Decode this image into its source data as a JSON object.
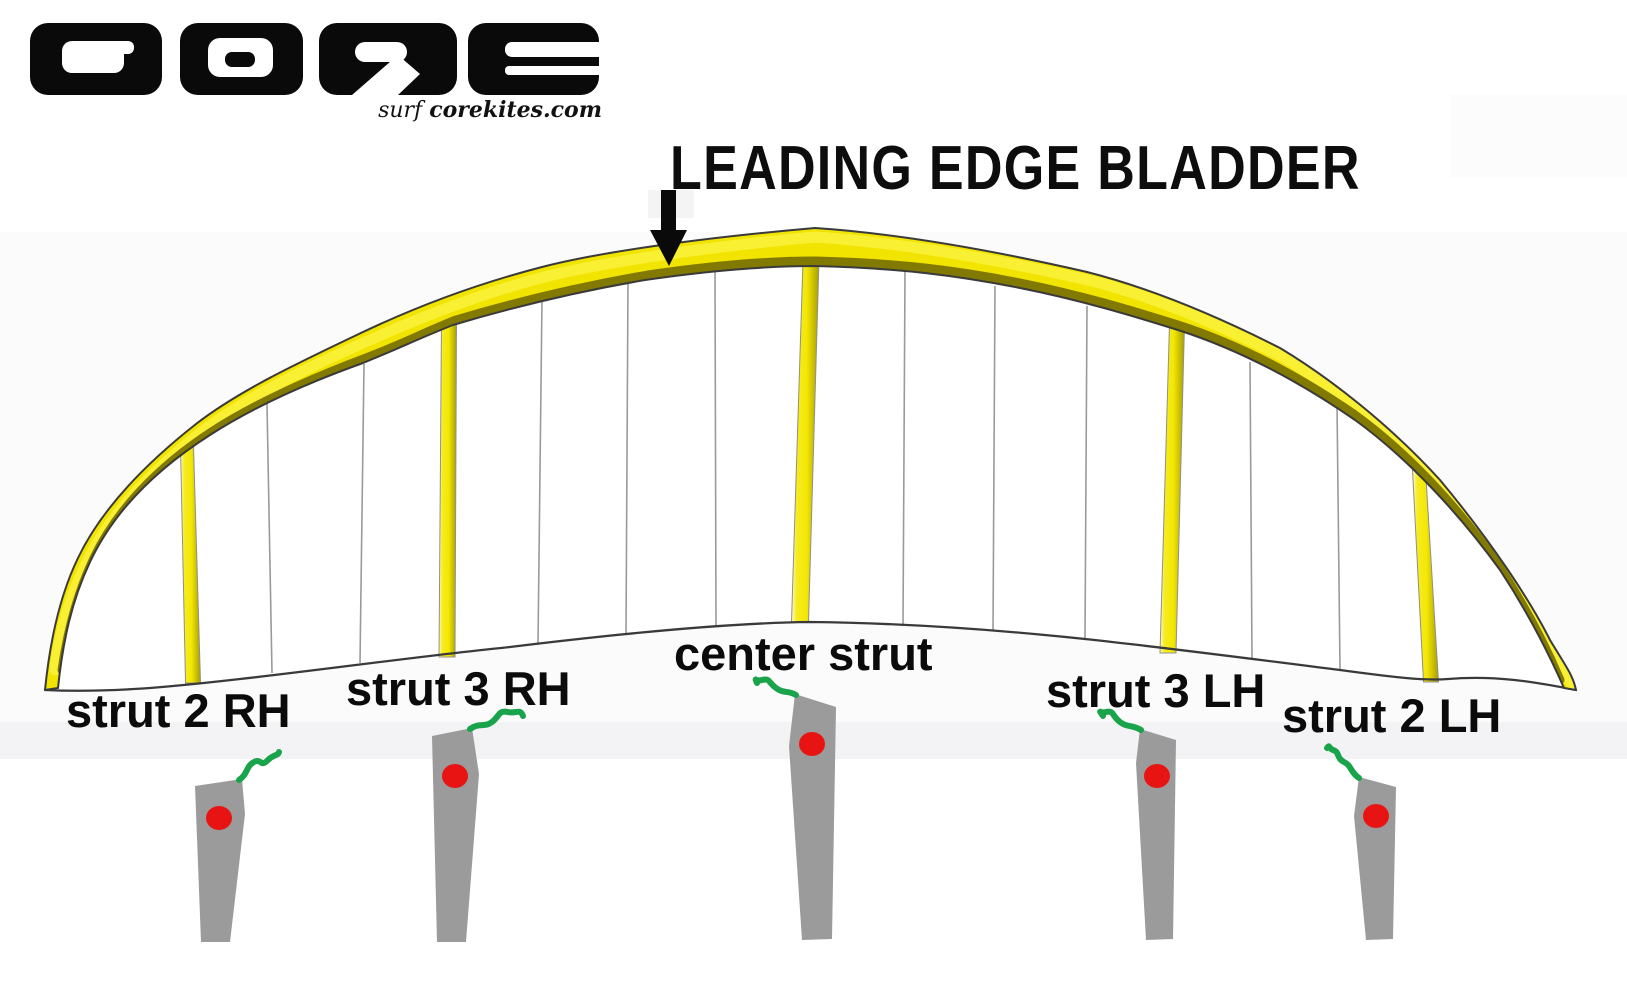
{
  "brand": {
    "name": "CORE",
    "tagline_prefix": "surf",
    "tagline_domain": "corekites.com"
  },
  "diagram": {
    "title": "LEADING EDGE BLADDER",
    "labels": {
      "strut2rh": "strut 2 RH",
      "strut3rh": "strut 3 RH",
      "center": "center strut",
      "strut3lh": "strut 3 LH",
      "strut2lh": "strut 2 LH"
    },
    "colors": {
      "ink": "#0a0a0a",
      "bladder_base": "#f1e400",
      "bladder_bright": "#f9f034",
      "bladder_dark": "#827900",
      "outline_dark": "#3a3a3a",
      "seam_gray": "#9a9a9a",
      "strut_gray": "#9b9b9b",
      "valve_red": "#e81414",
      "pump_green": "#19a34a",
      "canopy_white": "#ffffff"
    }
  }
}
